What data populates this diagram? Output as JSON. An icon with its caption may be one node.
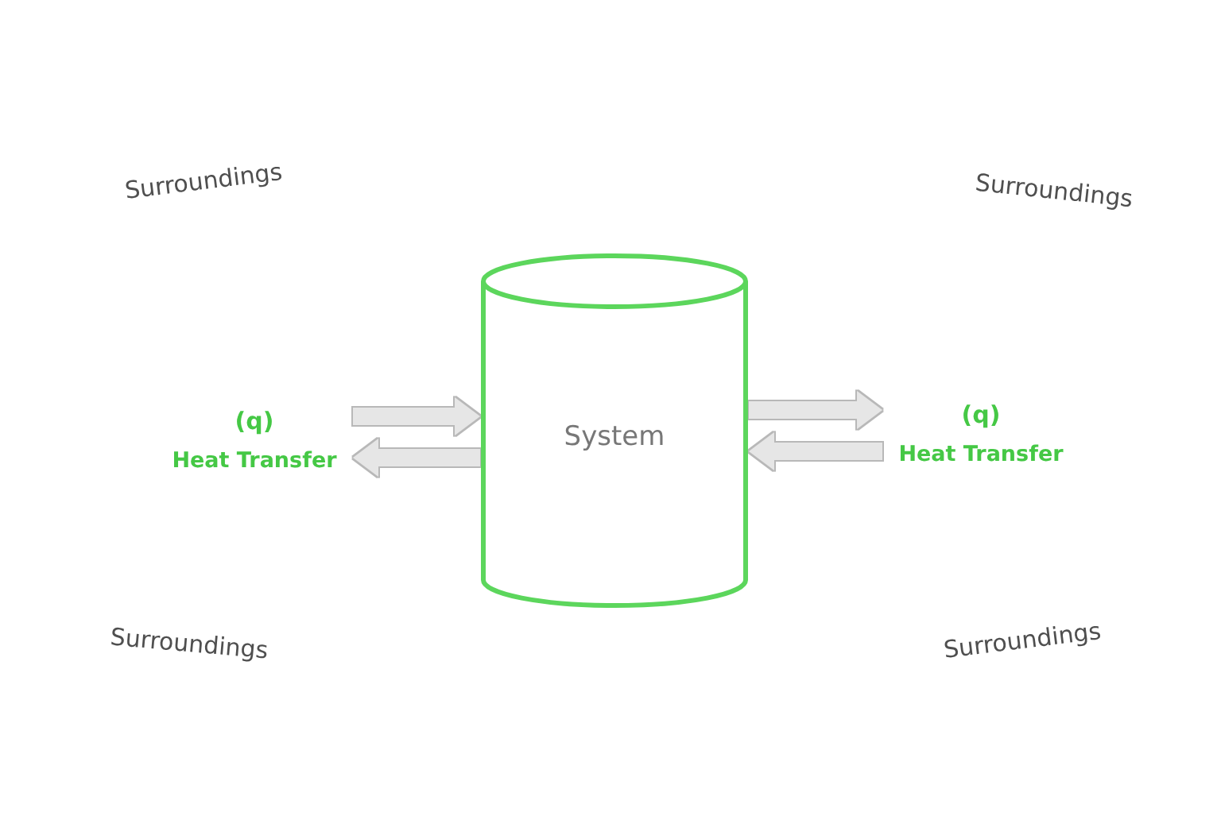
{
  "diagram": {
    "nodes": [
      {
        "text": [
          "(q)",
          "Heat Transfer"
        ]
      },
      {
        "text": [
          "System"
        ]
      },
      {
        "text": [
          "(q)",
          "Heat Transfer"
        ]
      }
    ],
    "edges": [
      {
        "from": 0,
        "to": 1,
        "arrow": "to"
      },
      {
        "from": 1,
        "to": 0,
        "arrow": "to"
      },
      {
        "from": 1,
        "to": 2,
        "arrow": "to"
      },
      {
        "from": 2,
        "to": 1,
        "arrow": "to"
      }
    ],
    "labels": [
      "Surroundings",
      "Surroundings",
      "Surroundings",
      "Surroundings"
    ]
  }
}
